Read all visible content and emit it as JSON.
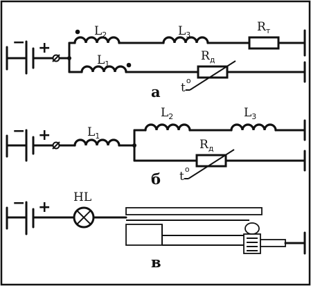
{
  "circuit_a": {
    "caption": "а",
    "minus": "−",
    "plus": "+",
    "l2": {
      "main": "L",
      "sub": "2"
    },
    "l3": {
      "main": "L",
      "sub": "3"
    },
    "l1": {
      "main": "L",
      "sub": "1"
    },
    "rt": {
      "main": "R",
      "sub": "т"
    },
    "rd": {
      "main": "R",
      "sub": "д"
    },
    "temp": "t",
    "temp_deg": "o"
  },
  "circuit_b": {
    "caption": "б",
    "minus": "−",
    "plus": "+",
    "l1": {
      "main": "L",
      "sub": "1"
    },
    "l2": {
      "main": "L",
      "sub": "2"
    },
    "l3": {
      "main": "L",
      "sub": "3"
    },
    "rd": {
      "main": "R",
      "sub": "д"
    },
    "temp": "t",
    "temp_deg": "o"
  },
  "circuit_c": {
    "caption": "в",
    "minus": "−",
    "plus": "+",
    "lamp": "HL"
  }
}
